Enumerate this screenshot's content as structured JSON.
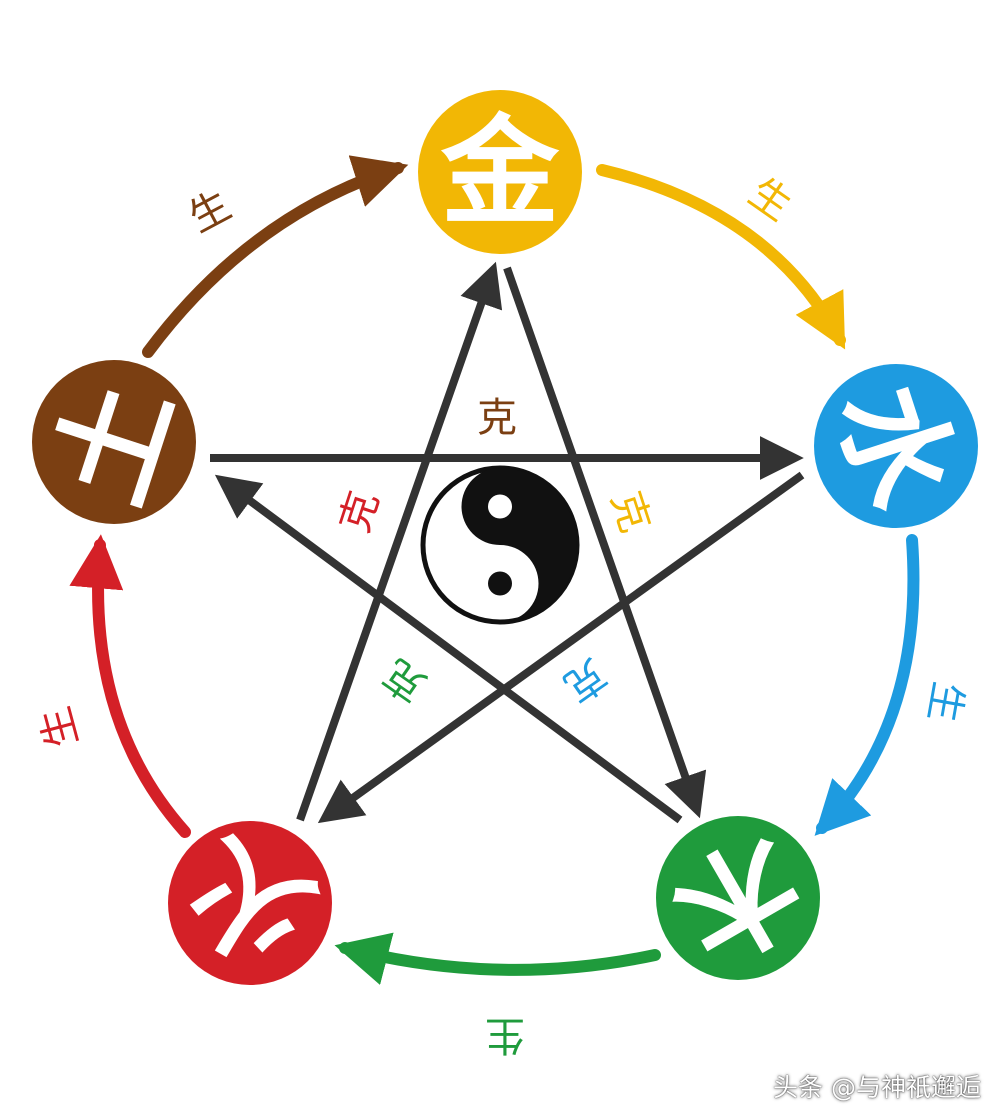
{
  "elements": [
    {
      "id": "metal",
      "char": "金",
      "color": "#F2B705"
    },
    {
      "id": "water",
      "char": "水",
      "color": "#1E9BE0"
    },
    {
      "id": "wood",
      "char": "木",
      "color": "#1F9B3C"
    },
    {
      "id": "fire",
      "char": "火",
      "color": "#D42027"
    },
    {
      "id": "earth",
      "char": "土",
      "color": "#7B3F12"
    }
  ],
  "generating_cycle": {
    "label": "生",
    "arrows": [
      {
        "from": "earth",
        "to": "metal",
        "color": "#7B3F12"
      },
      {
        "from": "metal",
        "to": "water",
        "color": "#F2B705"
      },
      {
        "from": "water",
        "to": "wood",
        "color": "#1E9BE0"
      },
      {
        "from": "wood",
        "to": "fire",
        "color": "#1F9B3C"
      },
      {
        "from": "fire",
        "to": "earth",
        "color": "#D42027"
      }
    ]
  },
  "overcoming_cycle": {
    "label": "克",
    "arrow_color": "#333333",
    "arrows": [
      {
        "from": "earth",
        "to": "water",
        "label_color": "#7B3F12"
      },
      {
        "from": "water",
        "to": "fire",
        "label_color": "#F2B705"
      },
      {
        "from": "fire",
        "to": "metal",
        "label_color": "#1F9B3C"
      },
      {
        "from": "metal",
        "to": "wood",
        "label_color": "#1E9BE0"
      },
      {
        "from": "wood",
        "to": "earth",
        "label_color": "#D42027"
      }
    ]
  },
  "center_symbol": "taiji-icon",
  "watermark": "头条 @与神祇邂逅"
}
